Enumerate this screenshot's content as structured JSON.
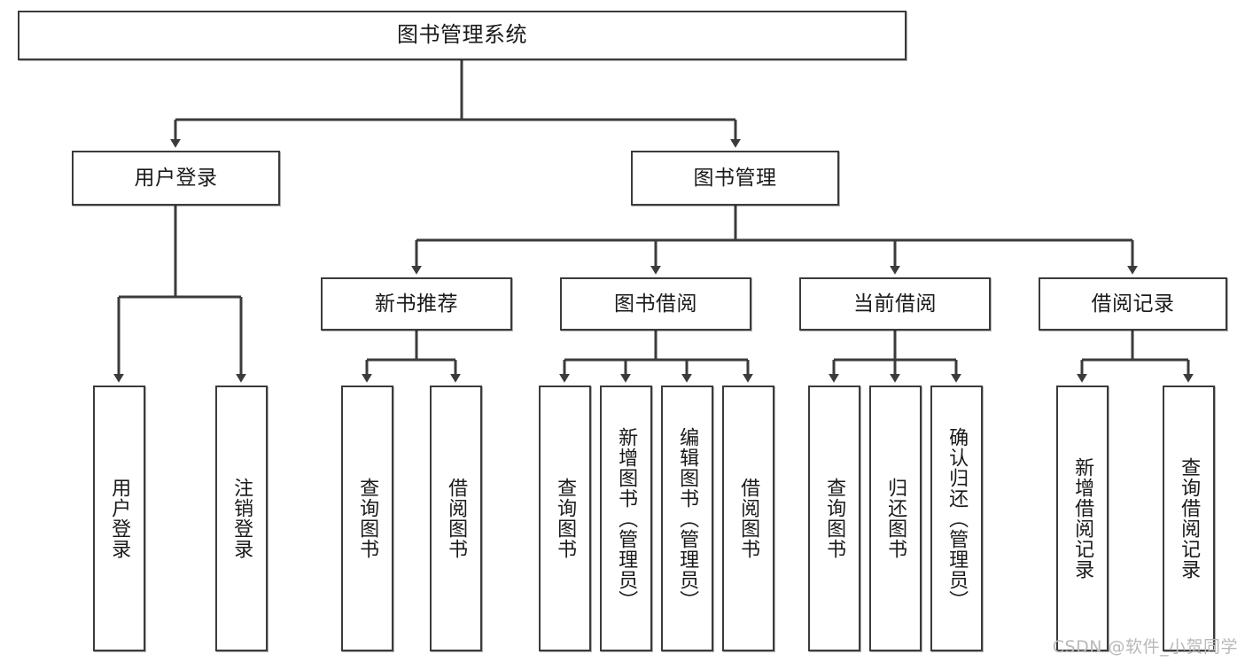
{
  "diagram": {
    "title": "图书管理系统",
    "type": "tree",
    "watermark": "CSDN @软件_小贺同学",
    "stroke_color": "#3b3b3b",
    "fill_color": "#ffffff",
    "text_color": "#1a1a1a"
  },
  "nodes": {
    "root": {
      "label": "图书管理系统"
    },
    "level2": [
      {
        "label": "用户登录"
      },
      {
        "label": "图书管理"
      }
    ],
    "level3": [
      {
        "label": "新书推荐"
      },
      {
        "label": "图书借阅"
      },
      {
        "label": "当前借阅"
      },
      {
        "label": "借阅记录"
      }
    ],
    "leaves": {
      "user_login": [
        {
          "label": "用户登录"
        },
        {
          "label": "注销登录"
        }
      ],
      "new_book_recommend": [
        {
          "label": "查询图书"
        },
        {
          "label": "借阅图书"
        }
      ],
      "book_borrow": [
        {
          "label": "查询图书"
        },
        {
          "label": "新增图书（管理员）"
        },
        {
          "label": "编辑图书（管理员）"
        },
        {
          "label": "借阅图书"
        }
      ],
      "current_borrow": [
        {
          "label": "查询图书"
        },
        {
          "label": "归还图书"
        },
        {
          "label": "确认归还（管理员）"
        }
      ],
      "borrow_record": [
        {
          "label": "新增借阅记录"
        },
        {
          "label": "查询借阅记录"
        }
      ]
    }
  }
}
